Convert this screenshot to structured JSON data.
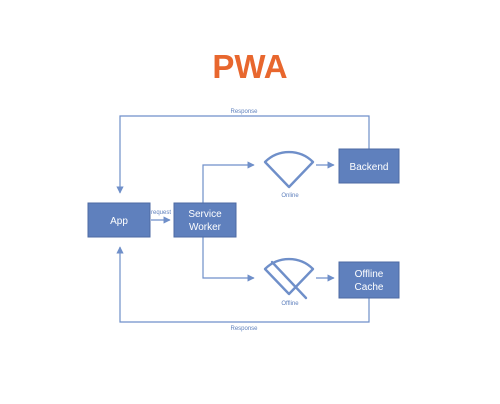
{
  "title": "PWA",
  "colors": {
    "title": "#e8672e",
    "node_fill": "#5f80bd",
    "node_border": "#4c6aa3",
    "line": "#6f8fc9",
    "label": "#5f80bd",
    "background": "#ffffff"
  },
  "nodes": {
    "app": {
      "label": "App"
    },
    "service_worker": {
      "line1": "Service",
      "line2": "Worker"
    },
    "backend": {
      "label": "Backend"
    },
    "offline_cache": {
      "line1": "Offline",
      "line2": "Cache"
    }
  },
  "edges": {
    "request": "request",
    "response_top": "Response",
    "response_bottom": "Response"
  },
  "states": {
    "online": {
      "label": "Online",
      "icon": "wifi-icon"
    },
    "offline": {
      "label": "Offline",
      "icon": "wifi-off-icon"
    }
  }
}
